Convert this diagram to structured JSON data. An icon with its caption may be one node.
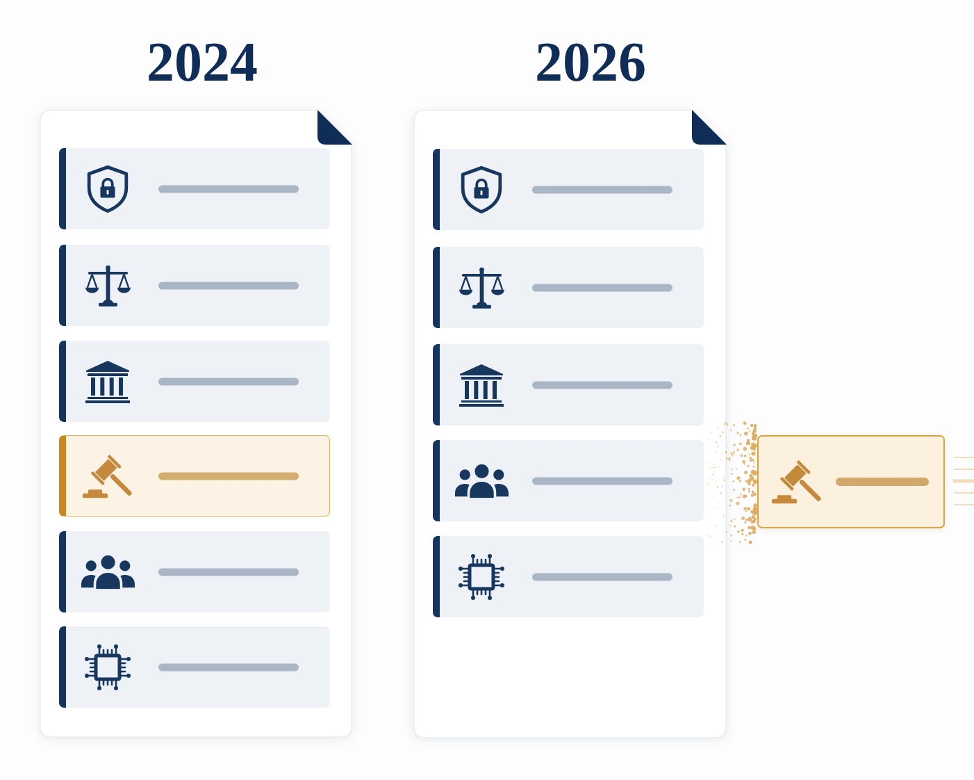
{
  "diagram": {
    "nodes": [
      {
        "text": [
          "2024"
        ]
      },
      {
        "text": [],
        "shape": "box",
        "in": 0
      },
      {
        "text": [],
        "shape": "box",
        "in": 0
      },
      {
        "text": [],
        "shape": "box",
        "in": 0
      },
      {
        "text": [],
        "shape": "box",
        "in": 0
      },
      {
        "text": [],
        "shape": "box",
        "in": 0
      },
      {
        "text": [],
        "shape": "box",
        "in": 0
      },
      {
        "text": [
          "2026"
        ]
      },
      {
        "text": [],
        "shape": "box",
        "in": 7
      },
      {
        "text": [],
        "shape": "box",
        "in": 7
      },
      {
        "text": [],
        "shape": "box",
        "in": 7
      },
      {
        "text": [],
        "shape": "box",
        "in": 7
      },
      {
        "text": [],
        "shape": "box",
        "in": 7
      },
      {
        "text": [],
        "shape": "box"
      }
    ]
  }
}
